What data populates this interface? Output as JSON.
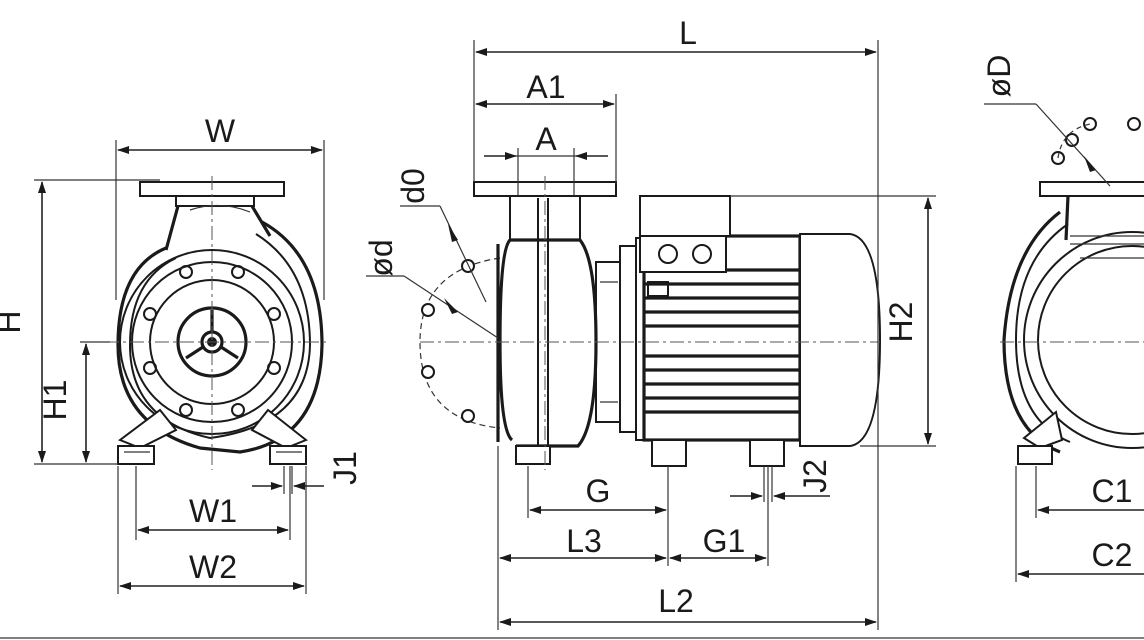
{
  "labels": {
    "L": "L",
    "A1": "A1",
    "A": "A",
    "W": "W",
    "H": "H",
    "H1": "H1",
    "d0": "d0",
    "phi_d": "ød",
    "phi_D": "øD",
    "H2": "H2",
    "W1": "W1",
    "W2": "W2",
    "J1": "J1",
    "J2": "J2",
    "G": "G",
    "G1": "G1",
    "L2": "L2",
    "L3": "L3",
    "C1": "C1",
    "C2": "C2"
  }
}
